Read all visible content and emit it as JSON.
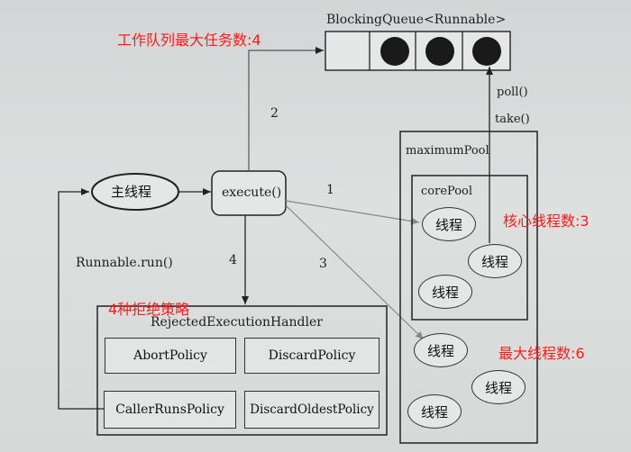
{
  "queue": {
    "label": "BlockingQueue<Runnable>",
    "capacity_annotation": "工作队列最大任务数:4"
  },
  "nodes": {
    "main_thread": "主线程",
    "execute": "execute()",
    "runnable_run": "Runnable.run()",
    "poll": "poll()",
    "take": "take()"
  },
  "edges": {
    "e1": "1",
    "e2": "2",
    "e3": "3",
    "e4": "4"
  },
  "maximum_pool": {
    "label": "maximumPool",
    "max_annotation": "最大线程数:6",
    "threads": [
      "线程",
      "线程",
      "线程"
    ]
  },
  "core_pool": {
    "label": "corePool",
    "core_annotation": "核心线程数:3",
    "threads": [
      "线程",
      "线程",
      "线程"
    ]
  },
  "handler": {
    "label": "RejectedExecutionHandler",
    "annotation": "4种拒绝策略",
    "policies": [
      "AbortPolicy",
      "DiscardPolicy",
      "CallerRunsPolicy",
      "DiscardOldestPolicy"
    ]
  },
  "colors": {
    "annotation": "#ff1a1a",
    "ink": "#1d1d1d",
    "arrow_gray": "#888888"
  }
}
